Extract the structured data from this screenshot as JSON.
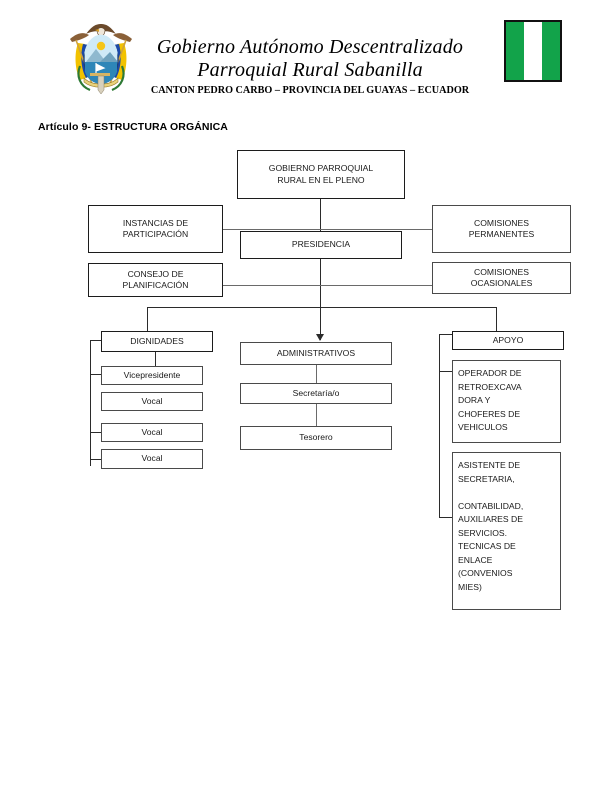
{
  "header": {
    "coat_of_arms_name": "ecuador-coat-of-arms",
    "flag_name": "sabanilla-flag",
    "flag_colors": {
      "green": "#12a34a",
      "white": "#ffffff",
      "border": "#111111"
    },
    "line1": "Gobierno Autónomo Descentralizado",
    "line2": "Parroquial Rural Sabanilla",
    "line3": "CANTON PEDRO CARBO – PROVINCIA DEL GUAYAS – ECUADOR"
  },
  "article": {
    "title": "Artículo 9- ESTRUCTURA ORGÁNICA"
  },
  "chart_data": {
    "type": "diagram",
    "title": "Artículo 9- ESTRUCTURA ORGÁNICA",
    "nodes": [
      {
        "id": "pleno",
        "label": "GOBIERNO PARROQUIAL\nRURAL EN EL PLENO"
      },
      {
        "id": "instancias",
        "label": "INSTANCIAS DE\nPARTICIPACIÓN"
      },
      {
        "id": "comisiones-perm",
        "label": "COMISIONES\nPERMANENTES"
      },
      {
        "id": "presidencia",
        "label": "PRESIDENCIA"
      },
      {
        "id": "consejo",
        "label": "CONSEJO DE\nPLANIFICACIÓN"
      },
      {
        "id": "comisiones-ocas",
        "label": "COMISIONES\nOCASIONALES"
      },
      {
        "id": "dignidades",
        "label": "DIGNIDADES"
      },
      {
        "id": "vicepresidente",
        "label": "Vicepresidente"
      },
      {
        "id": "vocal-1",
        "label": "Vocal"
      },
      {
        "id": "vocal-2",
        "label": "Vocal"
      },
      {
        "id": "vocal-3",
        "label": "Vocal"
      },
      {
        "id": "administrativos",
        "label": "ADMINISTRATIVOS"
      },
      {
        "id": "secretaria",
        "label": "Secretaría/o"
      },
      {
        "id": "tesorero",
        "label": "Tesorero"
      },
      {
        "id": "apoyo",
        "label": "APOYO"
      },
      {
        "id": "operador",
        "label": "OPERADOR DE\nRETROEXCAVA\nDORA Y\nCHOFERES DE\nVEHICULOS"
      },
      {
        "id": "asistente",
        "label": "ASISTENTE DE\nSECRETARIA,\n\nCONTABILIDAD,\nAUXILIARES DE\nSERVICIOS.\nTECNICAS DE\nENLACE\n(CONVENIOS\nMIES)"
      }
    ],
    "edges": [
      {
        "from": "pleno",
        "to": "presidencia"
      },
      {
        "from": "pleno",
        "to": "instancias"
      },
      {
        "from": "pleno",
        "to": "comisiones-perm"
      },
      {
        "from": "presidencia",
        "to": "consejo"
      },
      {
        "from": "presidencia",
        "to": "comisiones-ocas"
      },
      {
        "from": "presidencia",
        "to": "dignidades"
      },
      {
        "from": "presidencia",
        "to": "administrativos"
      },
      {
        "from": "presidencia",
        "to": "apoyo"
      },
      {
        "from": "dignidades",
        "to": "vicepresidente"
      },
      {
        "from": "dignidades",
        "to": "vocal-1"
      },
      {
        "from": "dignidades",
        "to": "vocal-2"
      },
      {
        "from": "dignidades",
        "to": "vocal-3"
      },
      {
        "from": "administrativos",
        "to": "secretaria"
      },
      {
        "from": "secretaria",
        "to": "tesorero"
      },
      {
        "from": "apoyo",
        "to": "operador"
      },
      {
        "from": "apoyo",
        "to": "asistente"
      }
    ]
  }
}
